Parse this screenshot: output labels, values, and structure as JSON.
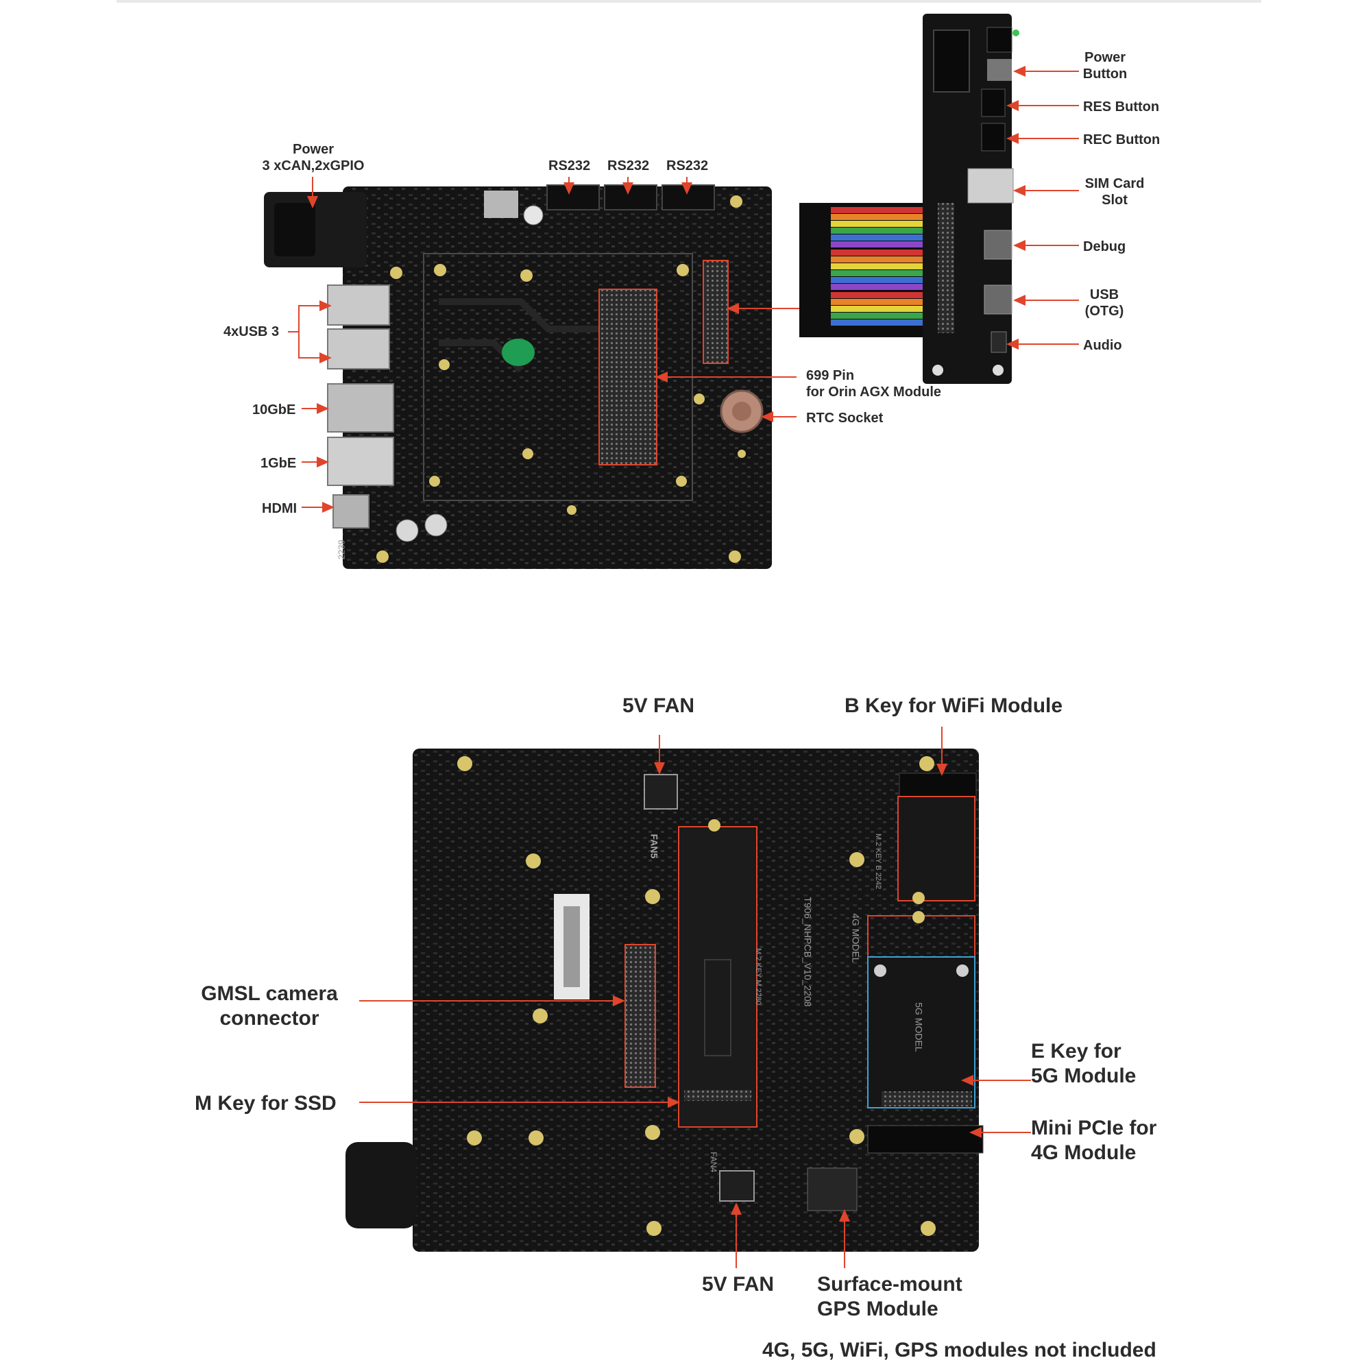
{
  "top_board": {
    "labels": {
      "power_can_gpio": "Power\n3 xCAN,2xGPIO",
      "rs232_1": "RS232",
      "rs232_2": "RS232",
      "rs232_3": "RS232",
      "usb3": "4xUSB 3",
      "gbe10": "10GbE",
      "gbe1": "1GbE",
      "hdmi": "HDMI",
      "pin699": "699 Pin\nfor Orin AGX Module",
      "rtc": "RTC Socket",
      "silk_number": "2239"
    }
  },
  "side_panel": {
    "labels": {
      "power_button": "Power\nButton",
      "res_button": "RES Button",
      "rec_button": "REC Button",
      "sim": "SIM Card\nSlot",
      "debug": "Debug",
      "usb_otg": "USB\n(OTG)",
      "audio": "Audio"
    }
  },
  "bottom_board": {
    "labels": {
      "fan_top": "5V FAN",
      "b_key": "B Key for WiFi Module",
      "gmsl": "GMSL camera\nconnector",
      "m_key": "M Key for SSD",
      "e_key": "E Key for\n5G Module",
      "mini_pcie": "Mini PCIe for\n4G Module",
      "fan_bottom": "5V FAN",
      "gps": "Surface-mount\nGPS Module",
      "silk_fan5": "FAN5",
      "silk_pcb": "T906_NHPCB_V10_2208",
      "silk_4g": "4G MODEL",
      "silk_5g": "5G MODEL",
      "silk_m2": "M.2 KEY M 2280",
      "silk_wifi": "M.2 KEY B 2242",
      "silk_fan4": "FAN4"
    }
  },
  "footer": {
    "note": "4G, 5G, WiFi, GPS modules not included"
  },
  "colors": {
    "arrow": "#e0452c",
    "board": "#141414",
    "text": "#2b2b2b"
  }
}
